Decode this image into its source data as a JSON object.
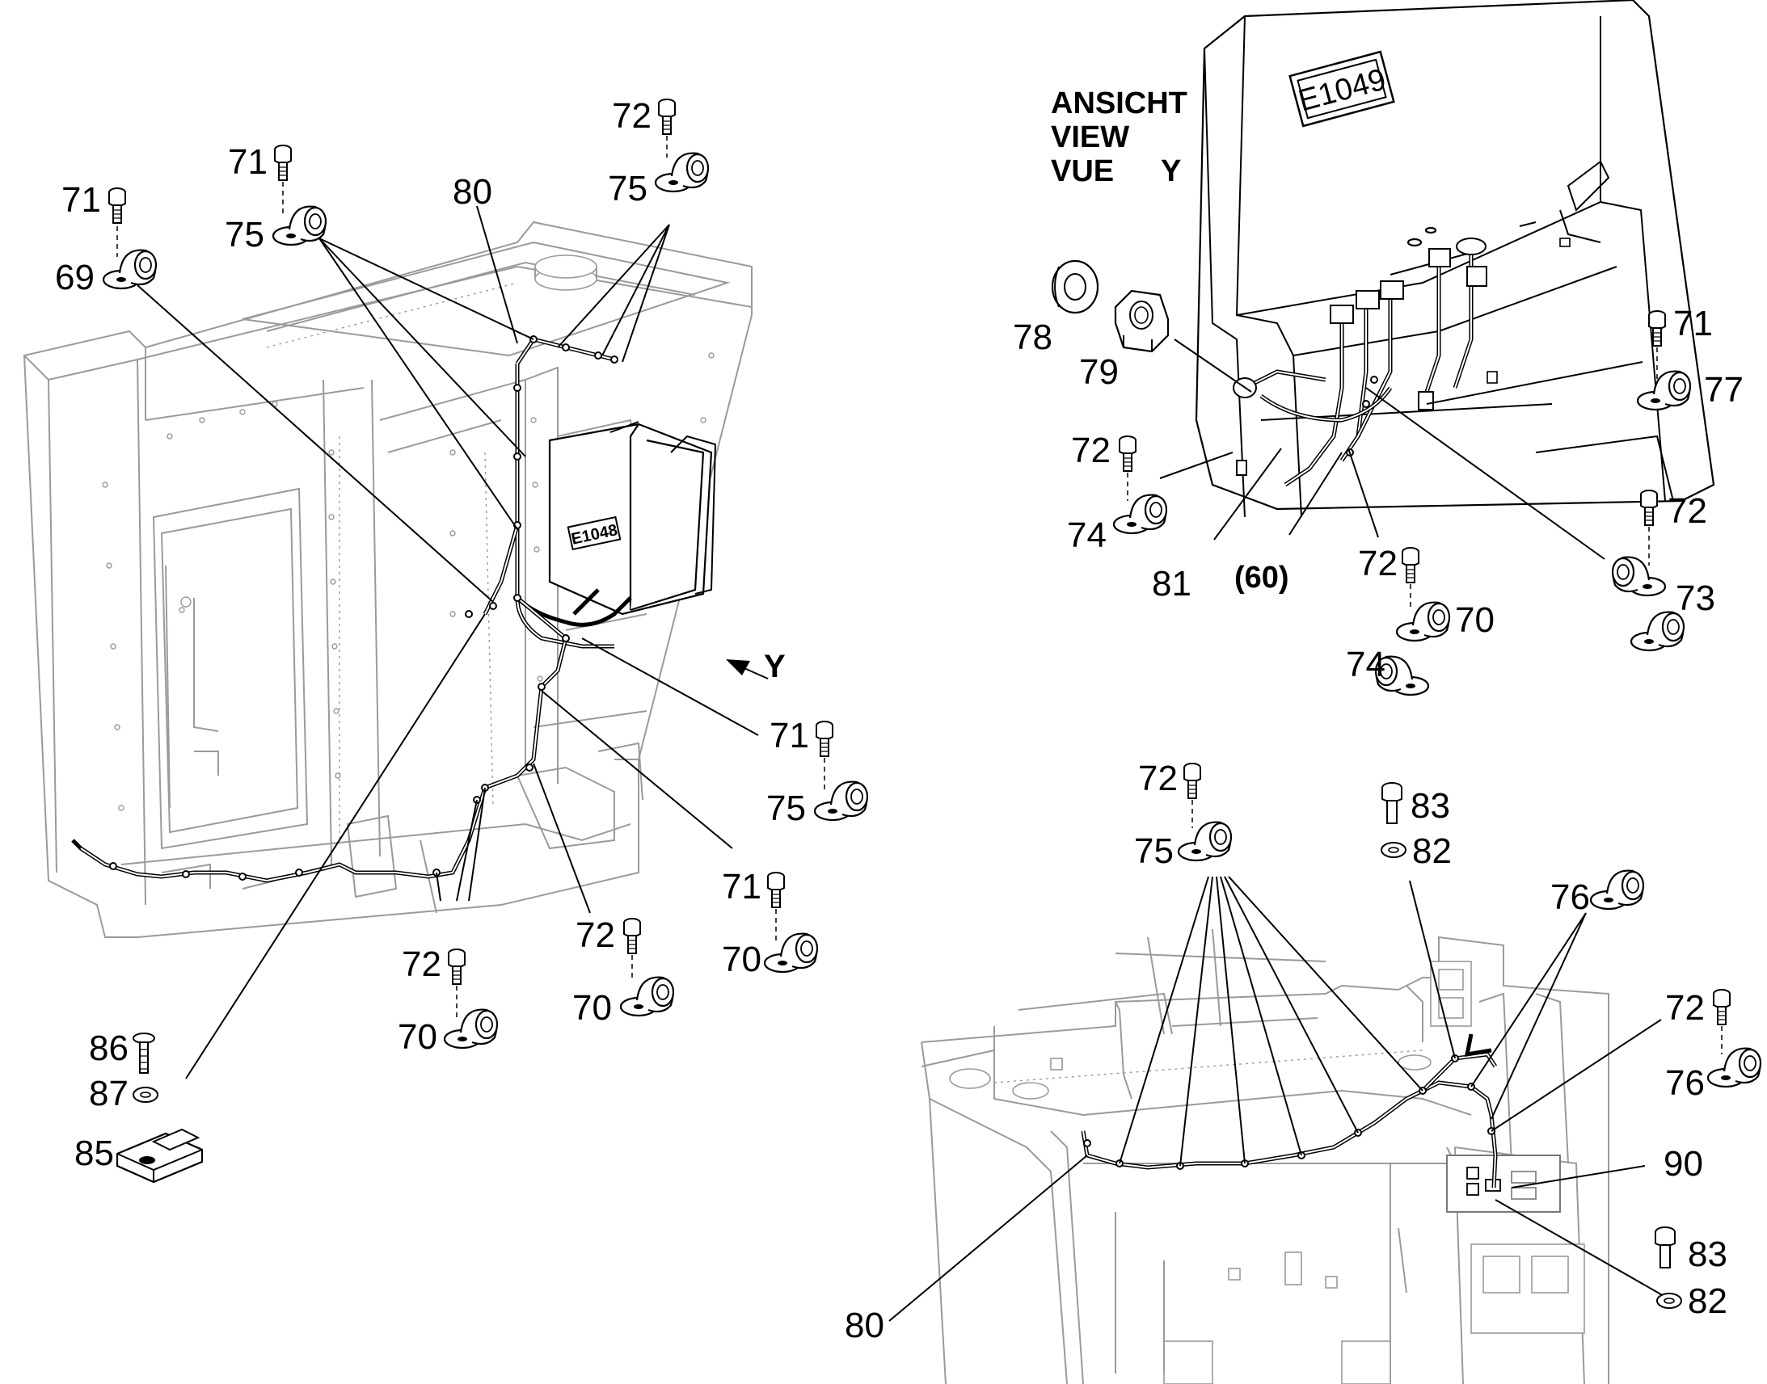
{
  "view_heading": {
    "line1": "ANSICHT",
    "line2": "VIEW",
    "line3": "VUE",
    "view_letter": "Y"
  },
  "components": {
    "ecu_left": "E1048",
    "ecu_right": "E1049"
  },
  "view_arrow_label": "Y",
  "callouts": {
    "left": [
      {
        "id": "l71a",
        "text": "71"
      },
      {
        "id": "l69",
        "text": "69"
      },
      {
        "id": "l71b",
        "text": "71"
      },
      {
        "id": "l75a",
        "text": "75"
      },
      {
        "id": "l80",
        "text": "80"
      },
      {
        "id": "l72a",
        "text": "72"
      },
      {
        "id": "l75b",
        "text": "75"
      },
      {
        "id": "l71c",
        "text": "71"
      },
      {
        "id": "l75c",
        "text": "75"
      },
      {
        "id": "l71d",
        "text": "71"
      },
      {
        "id": "l70a",
        "text": "70"
      },
      {
        "id": "l72b",
        "text": "72"
      },
      {
        "id": "l70b",
        "text": "70"
      },
      {
        "id": "l72c",
        "text": "72"
      },
      {
        "id": "l70c",
        "text": "70"
      },
      {
        "id": "l86",
        "text": "86"
      },
      {
        "id": "l87",
        "text": "87"
      },
      {
        "id": "l85",
        "text": "85"
      }
    ],
    "view_y": [
      {
        "id": "r78",
        "text": "78"
      },
      {
        "id": "r79",
        "text": "79"
      },
      {
        "id": "r71",
        "text": "71"
      },
      {
        "id": "r77",
        "text": "77"
      },
      {
        "id": "r72a",
        "text": "72"
      },
      {
        "id": "r74a",
        "text": "74"
      },
      {
        "id": "r81",
        "text": "81"
      },
      {
        "id": "r60",
        "text": "(60)"
      },
      {
        "id": "r72b",
        "text": "72"
      },
      {
        "id": "r72c",
        "text": "72"
      },
      {
        "id": "r73",
        "text": "73"
      },
      {
        "id": "r70",
        "text": "70"
      },
      {
        "id": "r74b",
        "text": "74"
      }
    ],
    "bottom_right": [
      {
        "id": "b72a",
        "text": "72"
      },
      {
        "id": "b75",
        "text": "75"
      },
      {
        "id": "b83a",
        "text": "83"
      },
      {
        "id": "b82a",
        "text": "82"
      },
      {
        "id": "b76a",
        "text": "76"
      },
      {
        "id": "b72b",
        "text": "72"
      },
      {
        "id": "b76b",
        "text": "76"
      },
      {
        "id": "b90",
        "text": "90"
      },
      {
        "id": "b80",
        "text": "80"
      },
      {
        "id": "b83b",
        "text": "83"
      },
      {
        "id": "b82b",
        "text": "82"
      }
    ]
  }
}
